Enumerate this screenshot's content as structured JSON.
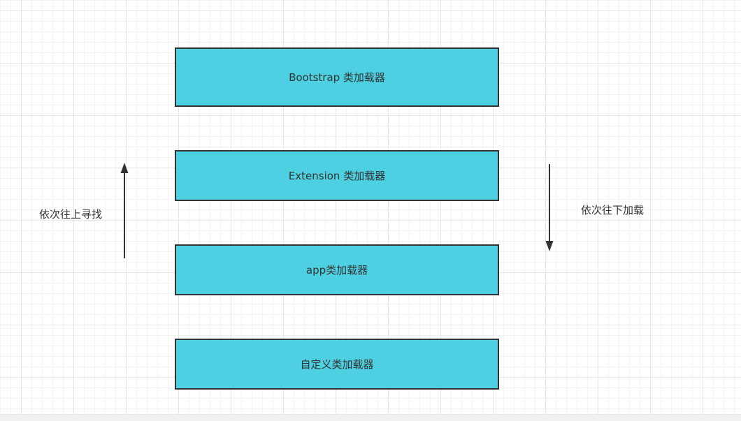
{
  "diagram": {
    "boxes": [
      {
        "label": "Bootstrap 类加载器"
      },
      {
        "label": "Extension 类加载器"
      },
      {
        "label": "app类加载器"
      },
      {
        "label": "自定义类加载器"
      }
    ],
    "left_label": "依次往上寻找",
    "right_label": "依次往下加载",
    "colors": {
      "box_fill": "#4dd0e1",
      "box_border": "#333333",
      "arrow": "#333333",
      "text": "#333333"
    }
  }
}
